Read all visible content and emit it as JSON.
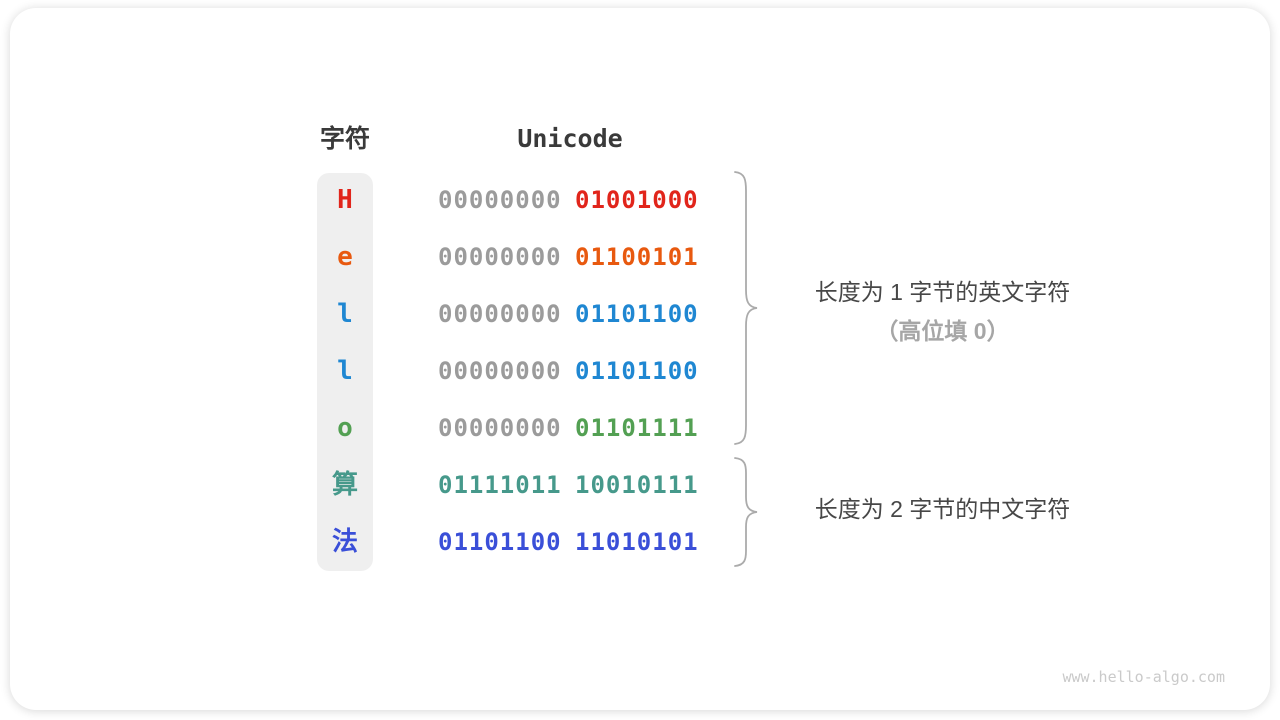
{
  "table": {
    "header": {
      "char_col": "字符",
      "unicode_col": "Unicode"
    },
    "rows": [
      {
        "char": "H",
        "byte1": "00000000",
        "byte2": "01001000",
        "char_color": "#e1251b",
        "byte1_color": "#9b9b9b",
        "byte2_color": "#e1251b"
      },
      {
        "char": "e",
        "byte1": "00000000",
        "byte2": "01100101",
        "char_color": "#e8590f",
        "byte1_color": "#9b9b9b",
        "byte2_color": "#e8590f"
      },
      {
        "char": "l",
        "byte1": "00000000",
        "byte2": "01101100",
        "char_color": "#1f87d2",
        "byte1_color": "#9b9b9b",
        "byte2_color": "#1f87d2"
      },
      {
        "char": "l",
        "byte1": "00000000",
        "byte2": "01101100",
        "char_color": "#1f87d2",
        "byte1_color": "#9b9b9b",
        "byte2_color": "#1f87d2"
      },
      {
        "char": "o",
        "byte1": "00000000",
        "byte2": "01101111",
        "char_color": "#53a053",
        "byte1_color": "#9b9b9b",
        "byte2_color": "#53a053"
      },
      {
        "char": "算",
        "byte1": "01111011",
        "byte2": "10010111",
        "char_color": "#46998b",
        "byte1_color": "#46998b",
        "byte2_color": "#46998b"
      },
      {
        "char": "法",
        "byte1": "01101100",
        "byte2": "11010101",
        "char_color": "#3a4fd8",
        "byte1_color": "#3a4fd8",
        "byte2_color": "#3a4fd8"
      }
    ]
  },
  "annotations": {
    "english_group": {
      "line1": "长度为 1 字节的英文字符",
      "line2": "（高位填 0）"
    },
    "chinese_group": {
      "line1": "长度为 2 字节的中文字符"
    }
  },
  "colors": {
    "brace": "#ababab",
    "char_column_bg": "#efefef",
    "gray_bits": "#9b9b9b"
  },
  "footer": {
    "watermark": "www.hello-algo.com"
  }
}
